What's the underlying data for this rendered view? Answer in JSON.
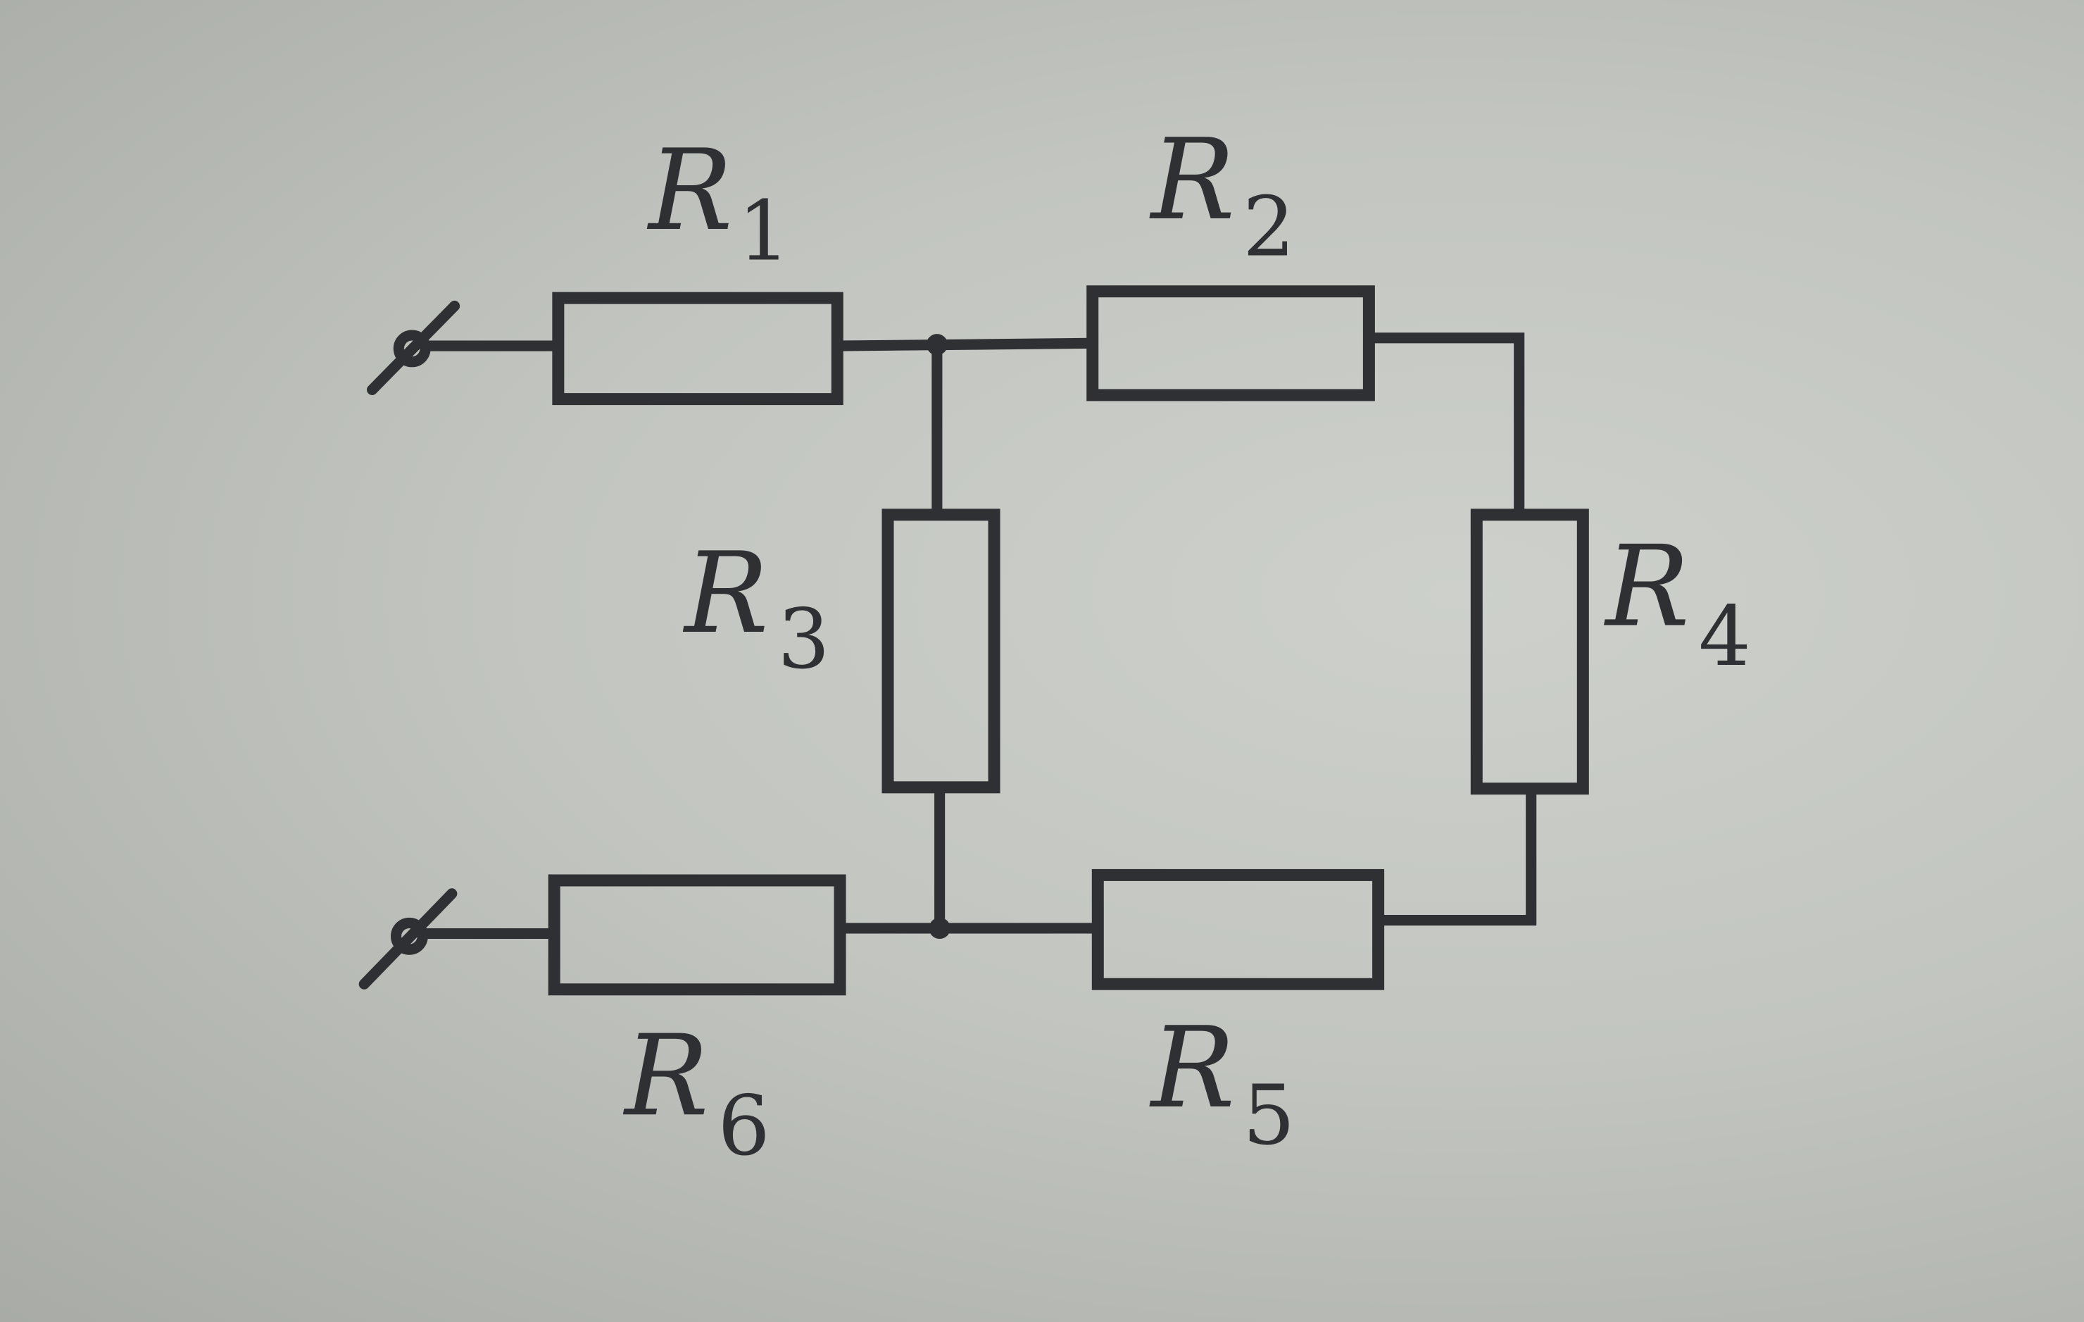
{
  "diagram": {
    "type": "circuit",
    "resistors": [
      {
        "id": "R1",
        "letter": "R",
        "index": "1"
      },
      {
        "id": "R2",
        "letter": "R",
        "index": "2"
      },
      {
        "id": "R3",
        "letter": "R",
        "index": "3"
      },
      {
        "id": "R4",
        "letter": "R",
        "index": "4"
      },
      {
        "id": "R5",
        "letter": "R",
        "index": "5"
      },
      {
        "id": "R6",
        "letter": "R",
        "index": "6"
      }
    ],
    "colors": {
      "ink": "#2f3034"
    }
  }
}
